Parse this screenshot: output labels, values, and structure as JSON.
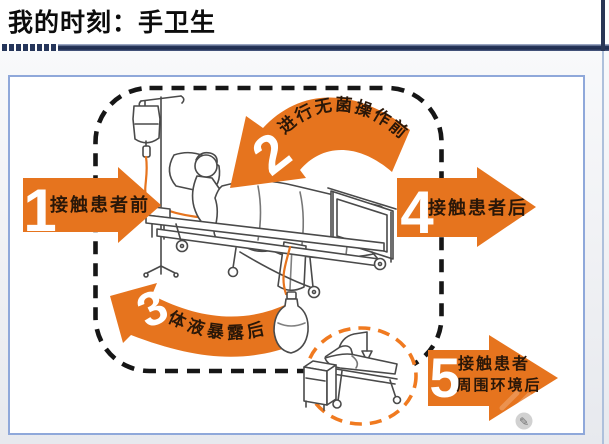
{
  "slide": {
    "title": "我的时刻：手卫生"
  },
  "diagram": {
    "moments": [
      {
        "number": "1",
        "label": "接触患者前"
      },
      {
        "number": "2",
        "label": "进行无菌操作前"
      },
      {
        "number": "3",
        "label": "体液暴露后"
      },
      {
        "number": "4",
        "label": "接触患者后"
      },
      {
        "number": "5",
        "label_line1": "接触患者",
        "label_line2": "周围环境后"
      }
    ]
  },
  "icons": {
    "watermark_badge": {
      "name": "pencil-badge-icon",
      "glyph": "✎"
    }
  },
  "colors": {
    "arrow_orange": "#E6741E",
    "patient_zone_dash": "#161616",
    "surroundings_zone_dash": "#F07A20",
    "frame_border_blue": "#8FA8DA",
    "header_bar_navy": "#26365B",
    "arrow_label_ink": "#2A1708"
  }
}
